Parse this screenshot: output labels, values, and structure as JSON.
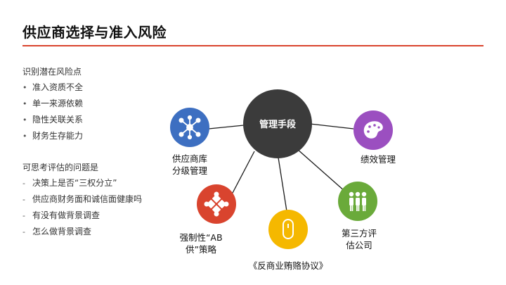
{
  "slide": {
    "title": "供应商选择与准入风险",
    "accent_color": "#d9442e"
  },
  "risk_points": {
    "heading": "识别潜在风险点",
    "items": [
      {
        "marker": "•",
        "text": "准入资质不全"
      },
      {
        "marker": "•",
        "text": "单一来源依赖"
      },
      {
        "marker": "•",
        "text": "隐性关联关系"
      },
      {
        "marker": "•",
        "text": "财务生存能力"
      }
    ]
  },
  "questions": {
    "heading": "可思考评估的问题是",
    "items": [
      {
        "marker": "-",
        "text": "决策上是否“三权分立”"
      },
      {
        "marker": "-",
        "text": "供应商财务面和诚信面健康吗"
      },
      {
        "marker": "-",
        "text": "有没有做背景调查"
      },
      {
        "marker": "-",
        "text": "怎么做背景调查"
      }
    ]
  },
  "diagram": {
    "hub": {
      "label": "管理手段",
      "color": "#3b3b3b"
    },
    "nodes": [
      {
        "id": "tiered",
        "line1": "供应商库",
        "line2": "分级管理",
        "color": "#3d6fc1",
        "icon": "network-icon"
      },
      {
        "id": "ab",
        "line1": "强制性“AB",
        "line2": "供”策略",
        "color": "#d9442e",
        "icon": "puzzle-icon"
      },
      {
        "id": "anti",
        "line1": "《反商业贿赂协议》",
        "line2": "",
        "color": "#f5b800",
        "icon": "mouse-icon"
      },
      {
        "id": "third",
        "line1": "第三方评",
        "line2": "估公司",
        "color": "#6aaa3a",
        "icon": "people-icon"
      },
      {
        "id": "perf",
        "line1": "绩效管理",
        "line2": "",
        "color": "#9b4fc0",
        "icon": "palette-icon"
      }
    ]
  }
}
